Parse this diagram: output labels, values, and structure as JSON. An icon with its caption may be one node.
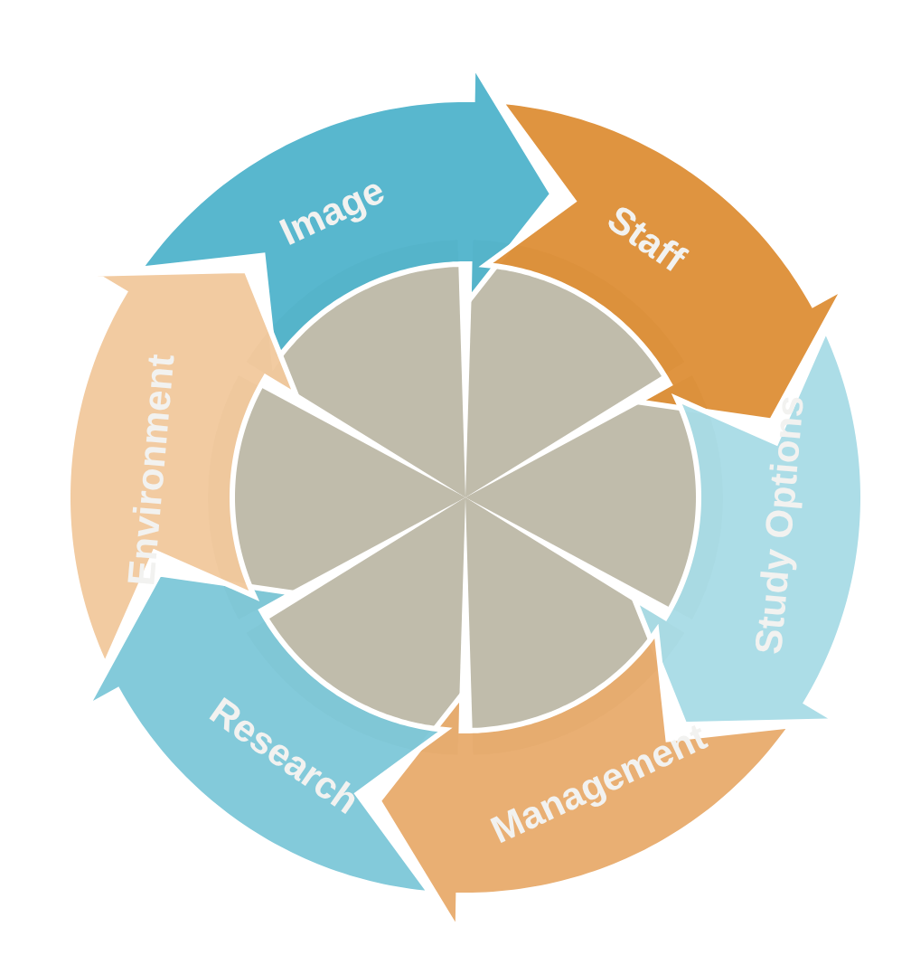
{
  "diagram": {
    "nodes": [
      {
        "text": [
          "Image"
        ]
      },
      {
        "text": [
          "Staff"
        ]
      },
      {
        "text": [
          "Study Options"
        ]
      },
      {
        "text": [
          "Management"
        ]
      },
      {
        "text": [
          "Research"
        ]
      },
      {
        "text": [
          "Environment"
        ]
      }
    ]
  }
}
